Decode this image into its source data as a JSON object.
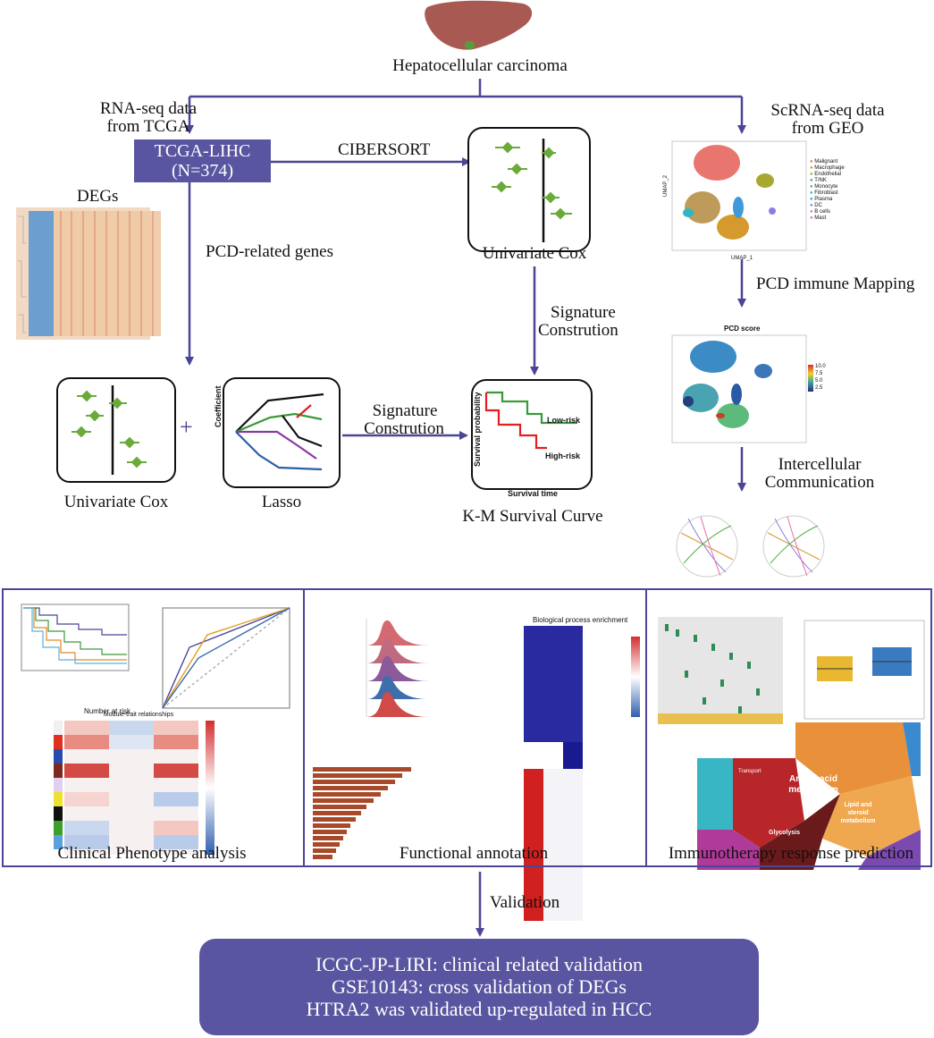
{
  "title": "Hepatocellular carcinoma",
  "left_source": [
    "RNA-seq data",
    "from TCGA"
  ],
  "right_source": [
    "ScRNA-seq data",
    "from GEO"
  ],
  "tcga_box": [
    "TCGA-LIHC",
    "(N=374)"
  ],
  "cibersort": "CIBERSORT",
  "degs": "DEGs",
  "pcd_genes": "PCD-related genes",
  "univariate_cox_top": "Univariate Cox",
  "signature_top": [
    "Signature",
    "Constrution"
  ],
  "pcd_mapping": "PCD immune Mapping",
  "intercellular": [
    "Intercellular",
    "Communication"
  ],
  "univariate_cox_bottom": "Univariate Cox",
  "plus": "+",
  "lasso": "Lasso",
  "signature_mid": [
    "Signature",
    "Constrution"
  ],
  "km_curve": "K-M Survival Curve",
  "lasso_axis": "Coefficient",
  "km_axes": {
    "y": "Survival probability",
    "x": "Survival time",
    "low": "Low-risk",
    "high": "High-risk"
  },
  "umap": {
    "ylabel": "UMAP_2",
    "xlabel": "UMAP_1",
    "legend": [
      "Malignant",
      "Macrophage",
      "Endothelial",
      "T/NK",
      "Monocyte",
      "Fibroblast",
      "Plasma",
      "DC",
      "B cells",
      "Mast"
    ],
    "legend_colors": [
      "#e8766e",
      "#d49a2e",
      "#a8a830",
      "#52b04a",
      "#3db48a",
      "#2eb6c4",
      "#3e9ad8",
      "#8a7fe0",
      "#d36fd6",
      "#ee6aa8"
    ],
    "pcd_title": "PCD score",
    "scale": [
      "10.0",
      "7.5",
      "5.0",
      "2.5"
    ]
  },
  "panels": {
    "clinical": "Clinical Phenotype analysis",
    "functional": "Functional annotation",
    "immuno": "Immunotherapy response prediction",
    "module_title": "Module-trait relationships",
    "bp_title": "Biological process enrichment",
    "number_at_risk": "Number at risk",
    "aa_metabolism": [
      "Amino acid",
      "metabolism"
    ],
    "lipid": [
      "Lipid and",
      "steroid",
      "metabolism"
    ],
    "glycolysis": "Glycolysis",
    "transport": "Transport"
  },
  "validation": "Validation",
  "validation_box": [
    "ICGC-JP-LIRI: clinical related validation",
    "GSE10143: cross validation of DEGs",
    "HTRA2 was validated up-regulated in HCC"
  ]
}
